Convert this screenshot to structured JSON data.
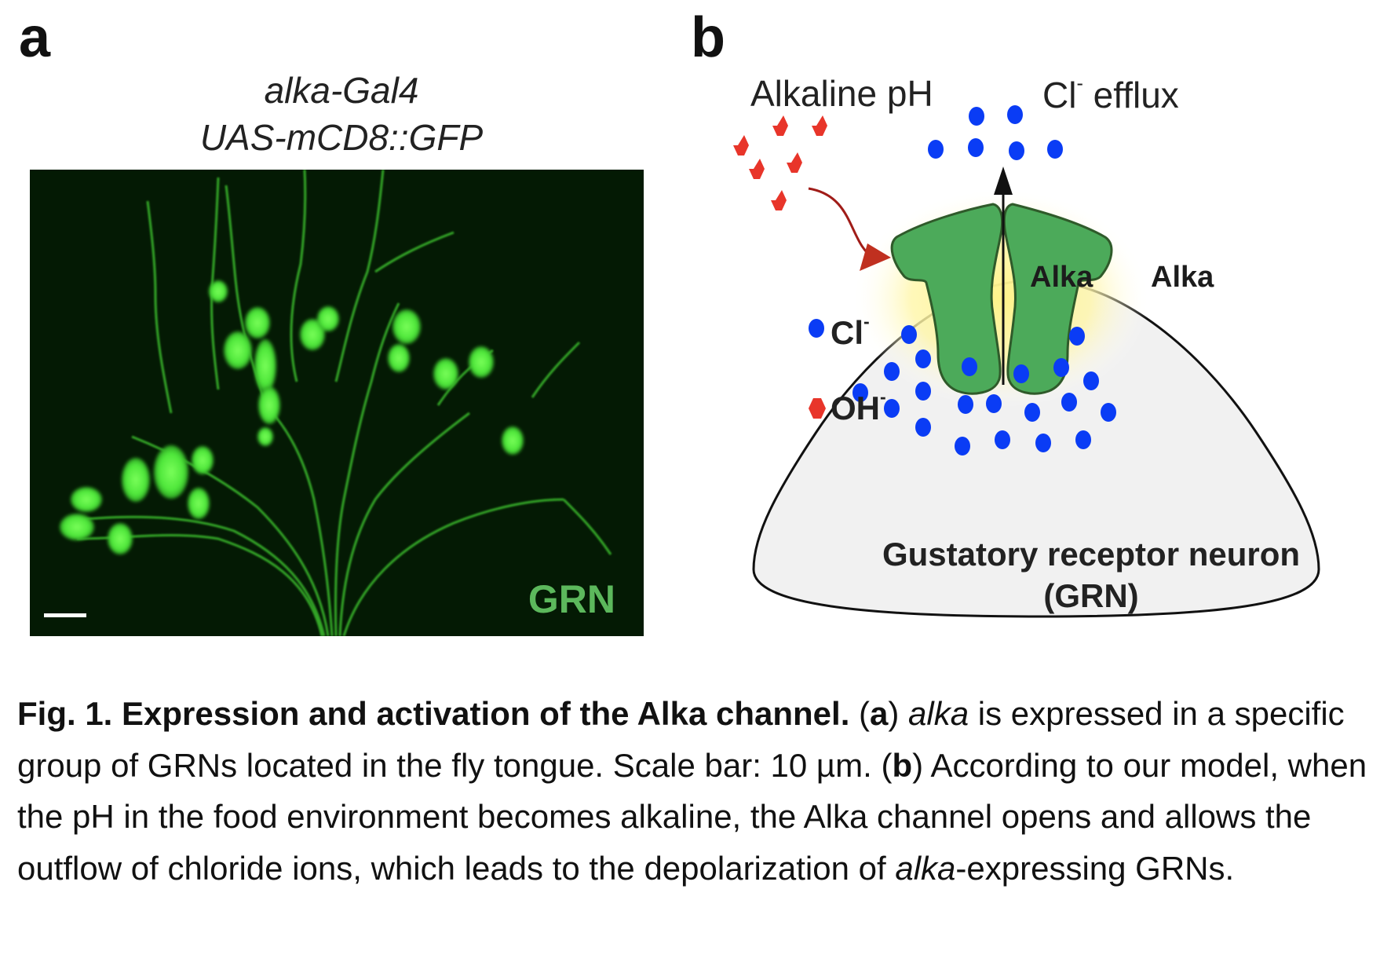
{
  "panels": {
    "a": {
      "letter": "a",
      "genotype_line1": "alka-Gal4",
      "genotype_line2": "UAS-mCD8::GFP",
      "image_label": "GRN",
      "image_description": "GFP fluorescence micrograph of alka-expressing gustatory receptor neurons"
    },
    "b": {
      "letter": "b",
      "label_alkaline": "Alkaline pH",
      "label_cl_efflux_base": "Cl",
      "label_cl_efflux_sup": "-",
      "label_cl_efflux_rest": " efflux",
      "legend": [
        {
          "symbol": "blue-dot",
          "base": "Cl",
          "sup": "-"
        },
        {
          "symbol": "red-hexagon",
          "base": "OH",
          "sup": "-"
        }
      ],
      "channel_label_left": "Alka",
      "channel_label_right": "Alka",
      "cell_label_line1": "Gustatory receptor neuron",
      "cell_label_line2": "(GRN)"
    }
  },
  "colors": {
    "chloride": "#0a3cf5",
    "hydroxide": "#e8352a",
    "channel": "#4caa5a",
    "channel_outline": "#2f5a2a",
    "glow": "#fff59a",
    "cell_fill": "#f1f1f1",
    "gfp": "#5cff4a",
    "grn_label": "#5cb85c"
  },
  "caption": {
    "title": "Fig. 1. Expression and activation of the Alka channel.",
    "part_a_open": " (",
    "part_a_letter": "a",
    "part_a_close": ") ",
    "part_a_italic": "alka",
    "part_a_text": " is expressed in a specific group of GRNs located in the fly tongue. Scale bar: 10 µm.",
    "part_b_open": " (",
    "part_b_letter": "b",
    "part_b_close": ") ",
    "part_b_text": "According to our model, when the pH in the food environment becomes alkaline, the Alka channel opens and allows the outflow of chloride ions, which leads to the depolarization of ",
    "part_b_italic": "alka",
    "part_b_end": "-expressing GRNs."
  }
}
